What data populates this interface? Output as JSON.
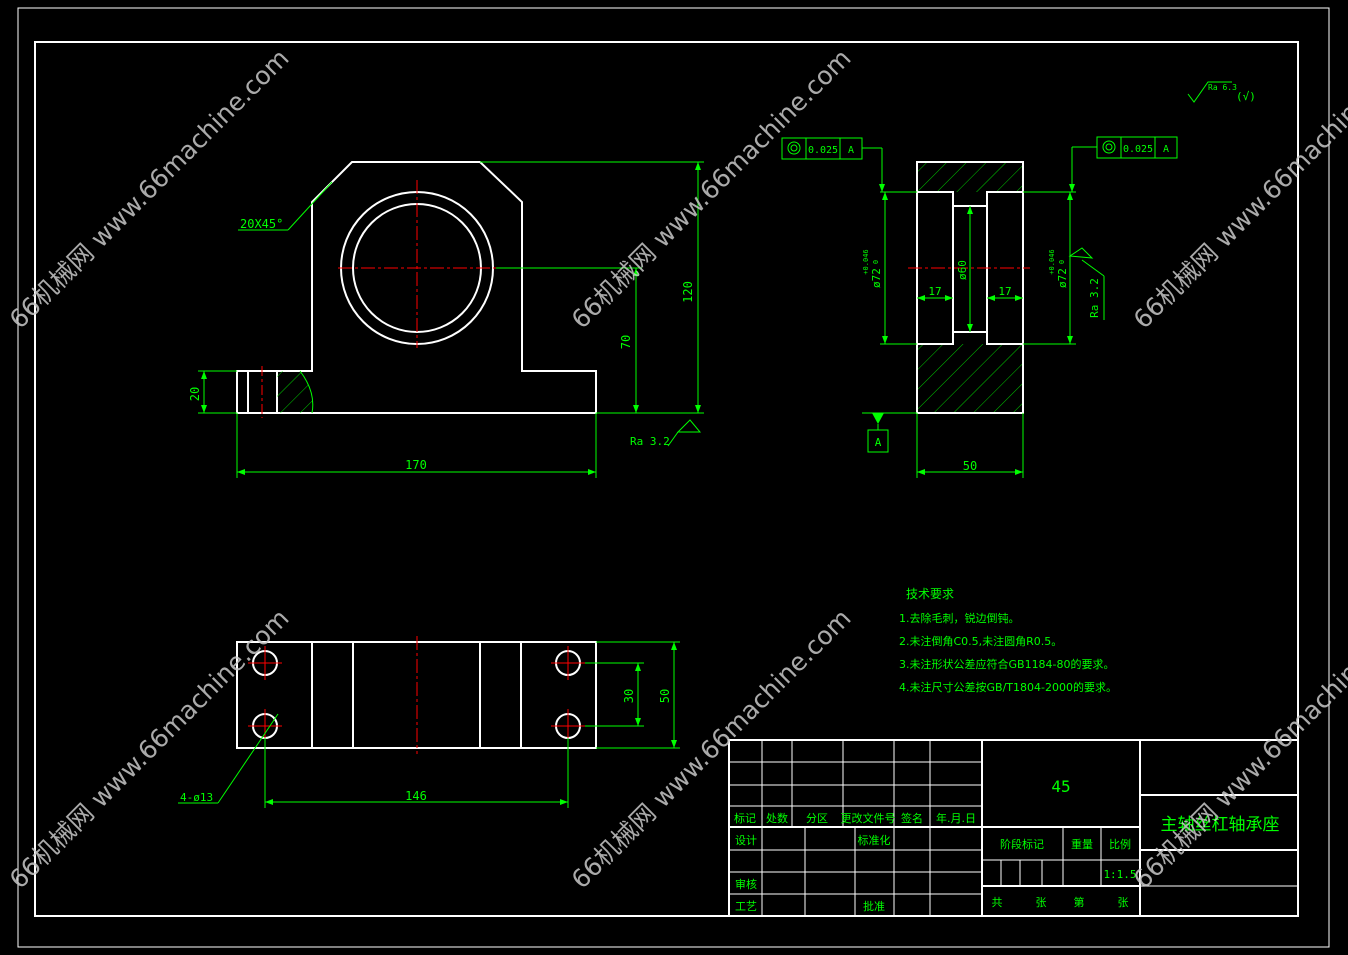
{
  "colors": {
    "background": "#000000",
    "outline": "#ffffff",
    "dimension": "#00ff00",
    "centerline": "#ff0000",
    "text": "#00ff00",
    "title_text": "#00ff00",
    "watermark": "#c8c8c8"
  },
  "watermark": "66机械网 www.66machine.com",
  "front_view": {
    "chamfer_label": "20X45°",
    "dim_height_total": "120",
    "dim_center_height": "70",
    "dim_base_height": "20",
    "dim_width": "170",
    "roughness": "Ra 3.2"
  },
  "side_view": {
    "tolerance_left": "0.025",
    "tolerance_right": "0.025",
    "datum_ref": "A",
    "datum_label": "A",
    "dim_bore_left": "ø72",
    "dim_bore_left_tol": "+0.046",
    "dim_bore_left_tol_low": "0",
    "dim_bore_right": "ø72",
    "dim_bore_right_tol": "+0.046",
    "dim_bore_right_tol_low": "0",
    "dim_inner": "ø60",
    "dim_step_left": "17",
    "dim_step_right": "17",
    "dim_depth": "50",
    "roughness": "Ra 3.2",
    "surface_finish_note": "Ra 6.3",
    "surface_finish_paren": "(√)"
  },
  "top_view": {
    "dim_hole_spacing_y": "30",
    "dim_width_y": "50",
    "dim_hole_spacing_x": "146",
    "hole_label": "4-ø13"
  },
  "technical_requirements": {
    "title": "技术要求",
    "items": [
      "1.去除毛刺，锐边倒钝。",
      "2.未注倒角C0.5,未注圆角R0.5。",
      "3.未注形状公差应符合GB1184-80的要求。",
      "4.未注尺寸公差按GB/T1804-2000的要求。"
    ]
  },
  "title_block": {
    "material": "45",
    "part_name": "主轴丝杠轴承座",
    "headers": {
      "mark": "标记",
      "count": "处数",
      "zone": "分区",
      "change_doc": "更改文件号",
      "signature": "签名",
      "date": "年.月.日"
    },
    "design": "设计",
    "standardize": "标准化",
    "review": "审核",
    "process": "工艺",
    "approve": "批准",
    "stage_mark": "阶段标记",
    "weight": "重量",
    "scale_label": "比例",
    "scale_value": "1:1.5",
    "total": "共",
    "sheets": "张",
    "sheet_no": "第",
    "sheet_unit": "张"
  }
}
